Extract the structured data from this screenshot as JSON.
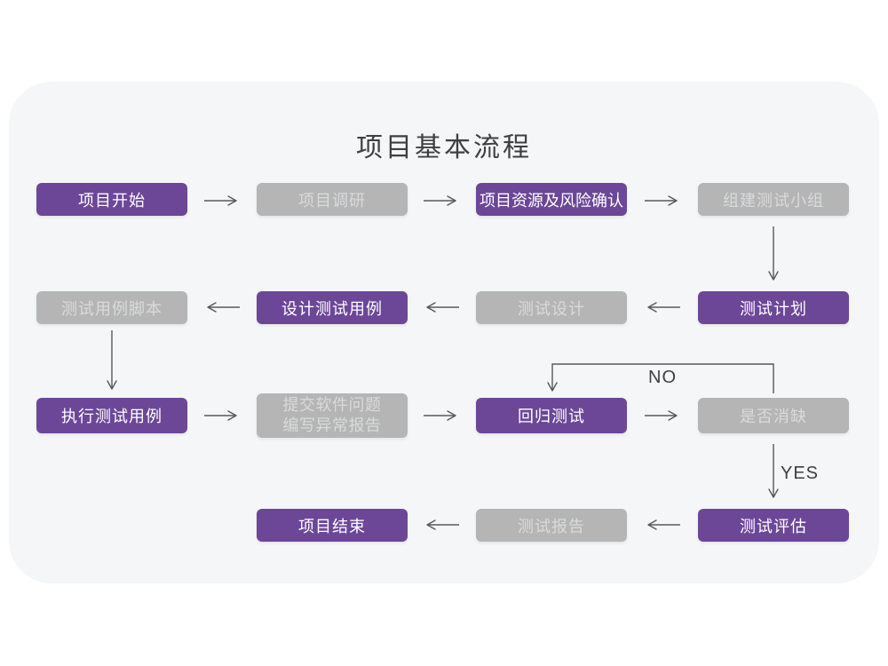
{
  "title": "项目基本流程",
  "colors": {
    "purple": "#6c4798",
    "gray": "#b5b5b6",
    "card_bg": "#f5f6f7",
    "arrow": "#58585a",
    "title_text": "#3f3f41",
    "gray_node_text": "#d9dadb",
    "purple_node_text": "#ffffff"
  },
  "flowchart": {
    "nodes": [
      {
        "id": "project-start",
        "label": "项目开始",
        "variant": "purple"
      },
      {
        "id": "project-research",
        "label": "项目调研",
        "variant": "gray"
      },
      {
        "id": "resource-risk",
        "label": "项目资源及风险确认",
        "variant": "purple"
      },
      {
        "id": "build-test-team",
        "label": "组建测试小组",
        "variant": "gray"
      },
      {
        "id": "test-plan",
        "label": "测试计划",
        "variant": "purple"
      },
      {
        "id": "test-design",
        "label": "测试设计",
        "variant": "gray"
      },
      {
        "id": "design-test-case",
        "label": "设计测试用例",
        "variant": "purple"
      },
      {
        "id": "test-case-script",
        "label": "测试用例脚本",
        "variant": "gray"
      },
      {
        "id": "execute-test-case",
        "label": "执行测试用例",
        "variant": "purple"
      },
      {
        "id": "submit-issue",
        "label_line1": "提交软件问题",
        "label_line2": "编写异常报告",
        "variant": "gray"
      },
      {
        "id": "regression-test",
        "label": "回归测试",
        "variant": "purple"
      },
      {
        "id": "defect-cleared",
        "label": "是否消缺",
        "variant": "gray"
      },
      {
        "id": "test-evaluation",
        "label": "测试评估",
        "variant": "purple"
      },
      {
        "id": "test-report",
        "label": "测试报告",
        "variant": "gray"
      },
      {
        "id": "project-end",
        "label": "项目结束",
        "variant": "purple"
      }
    ],
    "branch_labels": {
      "no": "NO",
      "yes": "YES"
    }
  }
}
